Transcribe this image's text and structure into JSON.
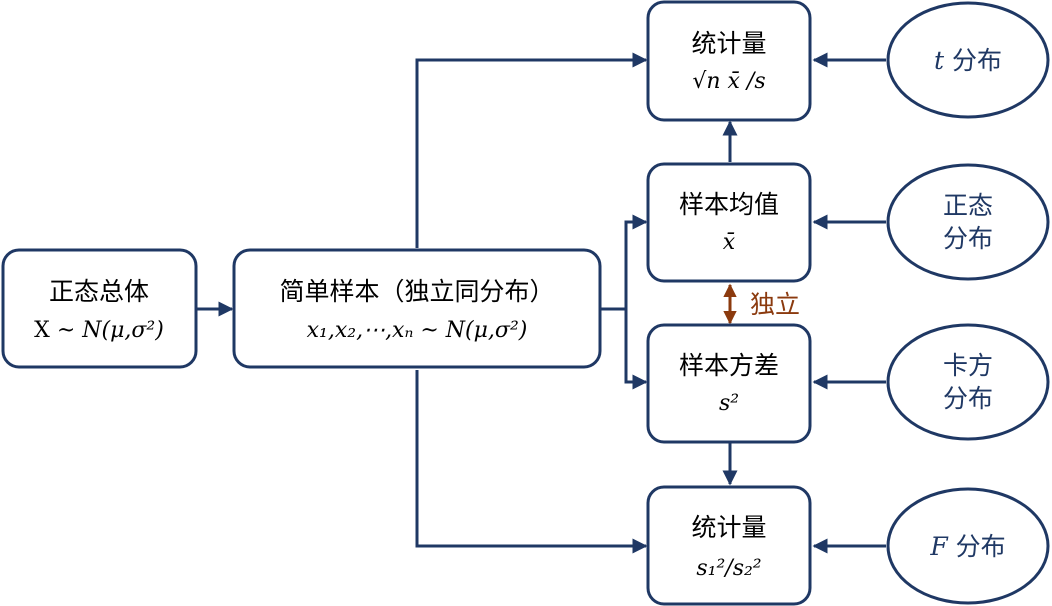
{
  "colors": {
    "stroke": "#1f3864",
    "arrow": "#1f3864",
    "independence": "#8b3a0e"
  },
  "boxes": {
    "population": {
      "title": "正态总体",
      "formula_prefix": "X ~ ",
      "formula": "N(μ,σ²)"
    },
    "sample": {
      "title": "简单样本（独立同分布）",
      "formula": "x₁,x₂,⋯,xₙ ~ N(μ,σ²)"
    },
    "stat_t": {
      "title": "统计量",
      "formula": "√n x̄ /s"
    },
    "mean": {
      "title": "样本均值",
      "formula": "x̄"
    },
    "variance": {
      "title": "样本方差",
      "formula": "s²"
    },
    "stat_f": {
      "title": "统计量",
      "formula": "s₁²/s₂²"
    }
  },
  "ellipses": {
    "t": {
      "letter": "t",
      "label": "分布"
    },
    "normal": {
      "line1": "正态",
      "line2": "分布"
    },
    "chi2": {
      "line1": "卡方",
      "line2": "分布"
    },
    "f": {
      "letter": "F",
      "label": "分布"
    }
  },
  "independence_label": "独立"
}
